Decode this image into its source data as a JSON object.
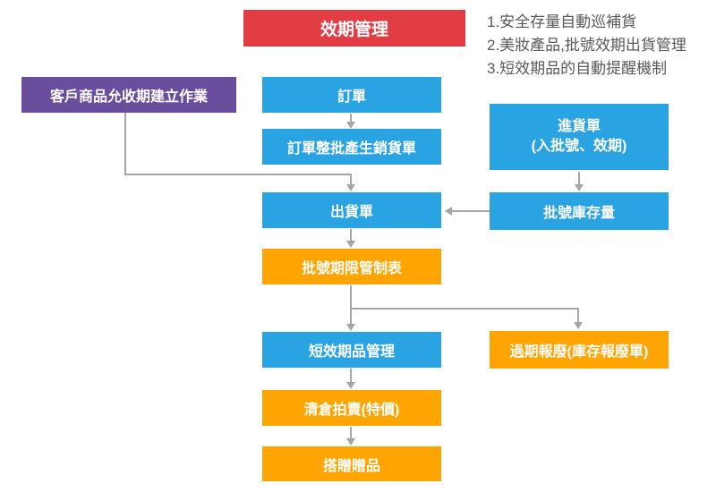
{
  "diagram": {
    "title": "效期管理",
    "notes": [
      "1.安全存量自動巡補貨",
      "2.美妝產品,批號效期出貨管理",
      "3.短效期品的自動提醒機制"
    ],
    "nodes": {
      "customer_acceptance": "客戶商品允收期建立作業",
      "order": "訂單",
      "order_batch_sales": "訂單整批產生銷貨單",
      "purchase_line1": "進貨單",
      "purchase_line2": "(入批號、效期)",
      "lot_inventory": "批號庫存量",
      "shipment": "出貨單",
      "lot_expiry_control": "批號期限管制表",
      "short_expiry_mgmt": "短效期品管理",
      "expired_scrap": "過期報廢(庫存報廢單)",
      "clearance_sale": "清倉拍賣(特價)",
      "bundled_gift": "搭贈贈品"
    },
    "colors": {
      "red": "#E23C44",
      "blue": "#2AA3E3",
      "orange": "#FFA400",
      "purple": "#6A4E9E",
      "connector": "#A6A6A6",
      "note_text": "#595959"
    }
  }
}
